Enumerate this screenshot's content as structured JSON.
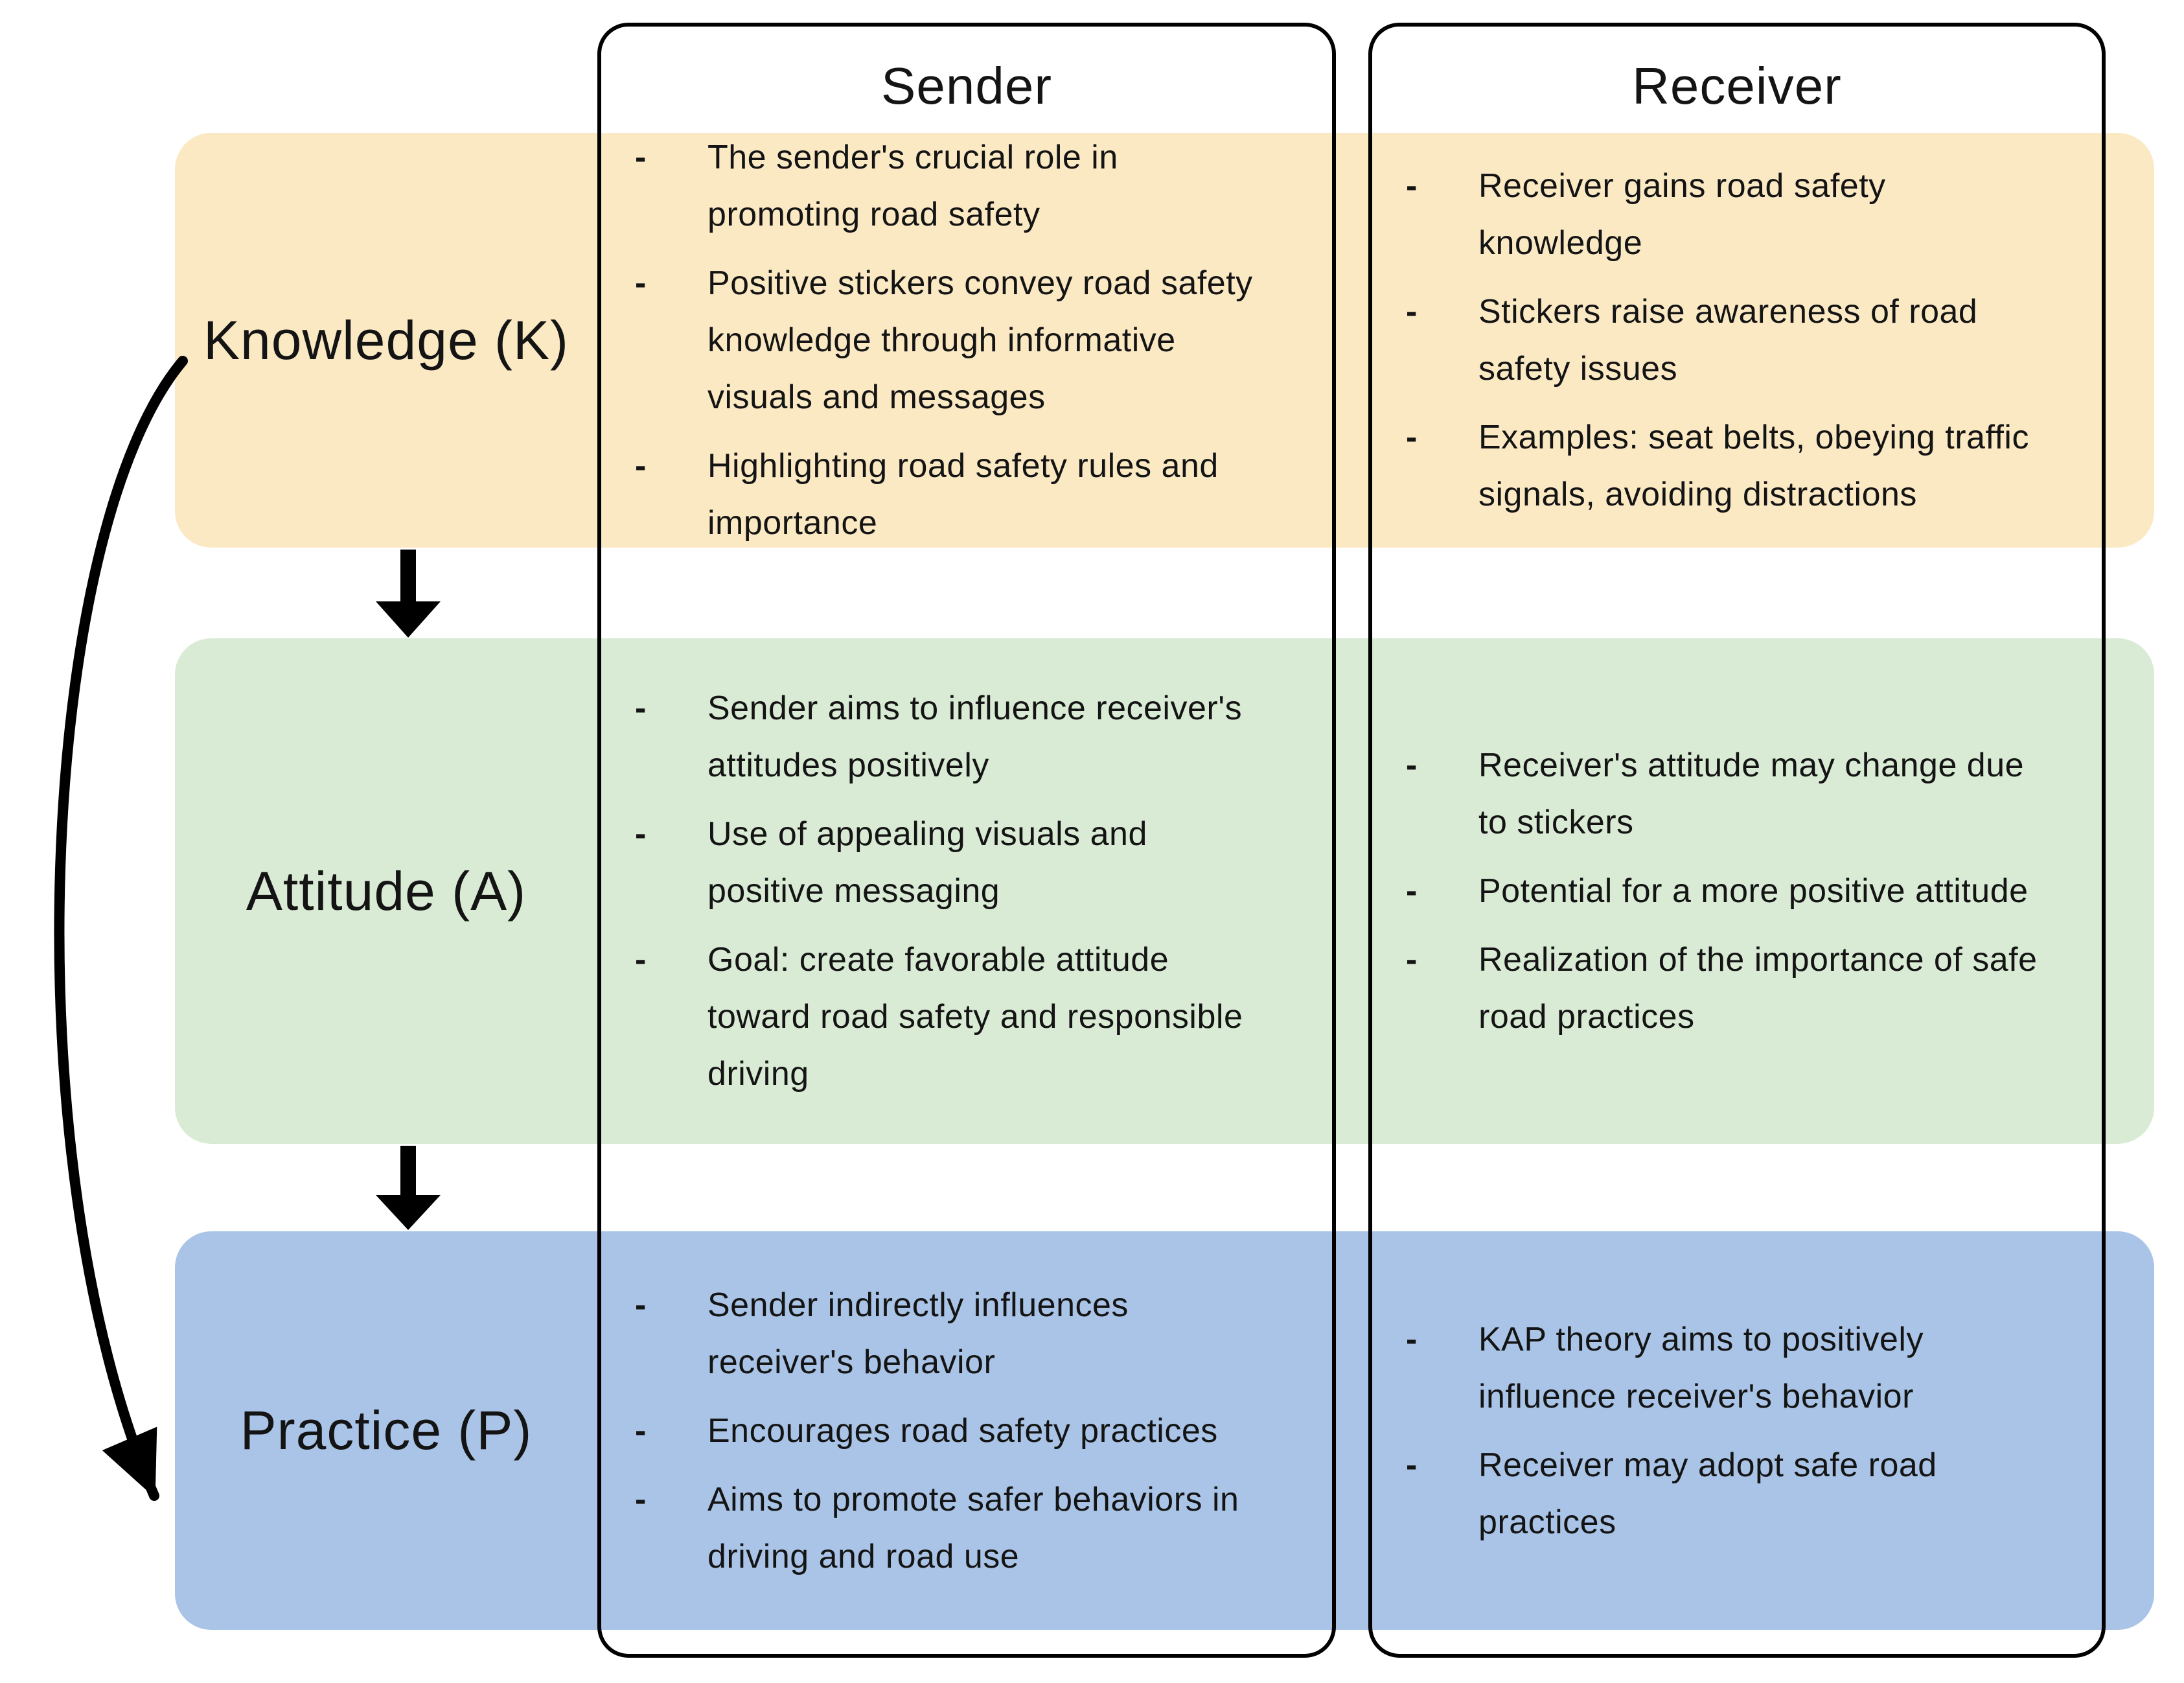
{
  "bullet_char": "-",
  "columns": {
    "sender": "Sender",
    "receiver": "Receiver"
  },
  "rows": [
    {
      "label": "Knowledge (K)",
      "color": "#FBE9C4",
      "sender_bullets": [
        "The sender's crucial role in promoting road safety",
        "Positive stickers convey road safety knowledge through informative visuals and messages",
        "Highlighting road safety rules and importance"
      ],
      "receiver_bullets": [
        "Receiver gains road safety knowledge",
        "Stickers raise awareness of road safety issues",
        "Examples: seat belts, obeying traffic signals, avoiding distractions"
      ]
    },
    {
      "label": "Attitude (A)",
      "color": "#D9EBD5",
      "sender_bullets": [
        "Sender aims to influence receiver's attitudes positively",
        "Use of appealing visuals and positive messaging",
        "Goal: create favorable attitude toward road safety and responsible driving"
      ],
      "receiver_bullets": [
        "Receiver's attitude may change due to stickers",
        "Potential for a more positive attitude",
        "Realization of the importance of safe road practices"
      ]
    },
    {
      "label": "Practice (P)",
      "color": "#A9C4E6",
      "sender_bullets": [
        "Sender indirectly influences receiver's behavior",
        "Encourages road safety practices",
        "Aims to promote safer behaviors in driving and road use"
      ],
      "receiver_bullets": [
        "KAP theory aims to positively influence receiver's behavior",
        "Receiver may adopt safe road practices"
      ]
    }
  ],
  "arrow_color": "#000000"
}
